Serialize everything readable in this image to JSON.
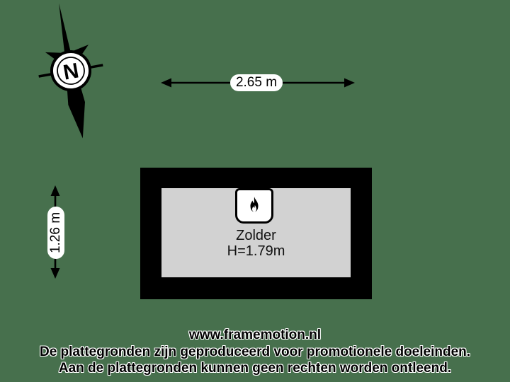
{
  "canvas": {
    "background_color": "#47704D",
    "wall_color": "#000000",
    "floor_color": "#d2d2d2",
    "accent_white": "#ffffff"
  },
  "compass": {
    "letter": "N",
    "icon": "compass-north-arrow-icon",
    "rotation_degrees": -10
  },
  "dimensions": {
    "horizontal": {
      "label": "2.65 m"
    },
    "vertical": {
      "label": "1.26 m"
    }
  },
  "room": {
    "name": "Zolder",
    "ceiling_height": "H=1.79m",
    "icon": "flame-icon"
  },
  "footer": {
    "lines": [
      "www.framemotion.nl",
      "De plattegronden zijn geproduceerd voor promotionele doeleinden.",
      "Aan de plattegronden kunnen geen rechten worden ontleend."
    ]
  }
}
